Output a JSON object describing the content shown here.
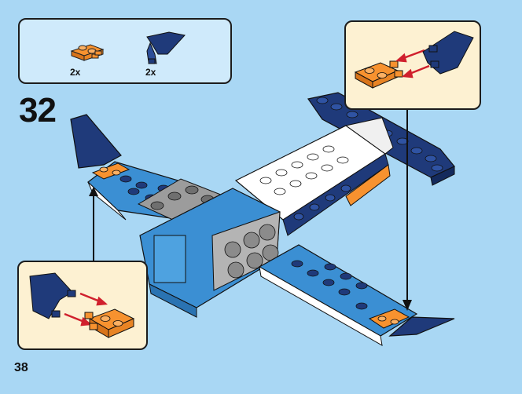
{
  "parts_list": {
    "items": [
      {
        "icon": "orange-plate-1x2-with-clips-icon",
        "count": "2x"
      },
      {
        "icon": "dark-blue-tail-fin-icon",
        "count": "2x"
      }
    ]
  },
  "step": {
    "number": "32"
  },
  "page": {
    "number": "38"
  },
  "colors": {
    "background": "#a9d7f4",
    "parts_box": "#cfeafb",
    "callout_box": "#fdf1d2",
    "dark_blue": "#1f3a7a",
    "medium_blue": "#3b8fd3",
    "orange": "#f7922f",
    "arrow_red": "#d0202d",
    "white": "#ffffff",
    "grey": "#8a8a8a"
  }
}
